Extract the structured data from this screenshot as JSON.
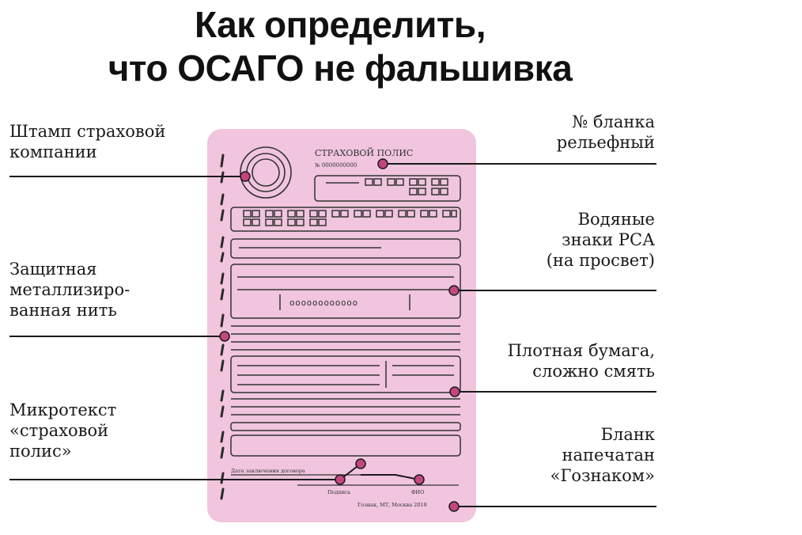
{
  "title": {
    "line1": "Как определить,",
    "line2": "что ОСАГО не фальшивка"
  },
  "labels": {
    "stamp": [
      "Штамп страховой",
      "компании"
    ],
    "thread": [
      "Защитная",
      "металлизиро-",
      "ванная нить"
    ],
    "microtext": [
      "Микротекст",
      "«страховой",
      "полис»"
    ],
    "number": [
      "№ бланка",
      "рельефный"
    ],
    "watermarks": [
      "Водяные",
      "знаки РСА",
      "(на просвет)"
    ],
    "paper": [
      "Плотная бумага,",
      "сложно смять"
    ],
    "goznak": [
      "Бланк",
      "напечатан",
      "«Гознаком»"
    ]
  },
  "form": {
    "header": "СТРАХОВОЙ ПОЛИС",
    "number": "№ 0000000000",
    "serial_boxes": "oooooooooooo",
    "contract_date": "Дата заключения договора",
    "signature": "Подпись",
    "name": "ФИО",
    "imprint": "Гознак, МТ, Москва 2018"
  },
  "colors": {
    "form_fill": "#f0c5dd",
    "callout_line": "#1a1a1a",
    "marker_fill": "#c2477f",
    "field_stroke": "#333333"
  }
}
